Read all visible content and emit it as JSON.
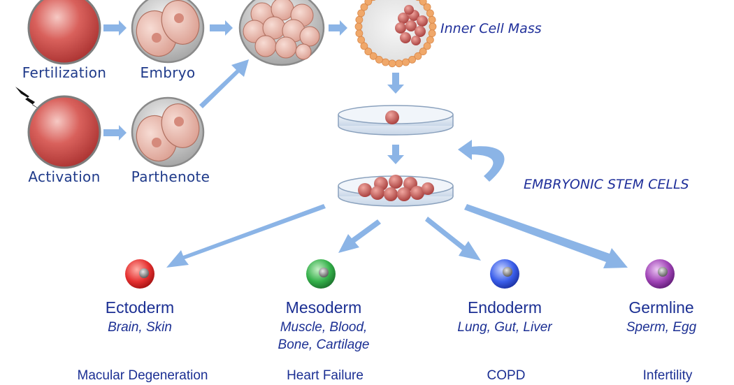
{
  "stages": {
    "fertilization": "Fertilization",
    "embryo": "Embryo",
    "activation": "Activation",
    "parthenote": "Parthenote"
  },
  "annotations": {
    "inner_cell_mass": "Inner Cell Mass",
    "embryonic_stem_cells": "EMBRYONIC STEM CELLS"
  },
  "germ_layers": [
    {
      "name": "Ectoderm",
      "tissues": [
        "Brain, Skin"
      ],
      "disease": "Macular Degeneration",
      "color": "#e03030"
    },
    {
      "name": "Mesoderm",
      "tissues": [
        "Muscle, Blood,",
        "Bone, Cartilage"
      ],
      "disease": "Heart Failure",
      "color": "#2fa84a"
    },
    {
      "name": "Endoderm",
      "tissues": [
        "Lung, Gut, Liver"
      ],
      "disease": "COPD",
      "color": "#3b5ee8"
    },
    {
      "name": "Germline",
      "tissues": [
        "Sperm, Egg"
      ],
      "disease": "Infertility",
      "color": "#9a3fb0"
    }
  ],
  "colors": {
    "text": "#1b2f93",
    "arrow": "#8bb4e6",
    "cell": "#c84a48",
    "embryo_shell": "#b9b9b9",
    "trophoblast": "#f0a86a"
  }
}
